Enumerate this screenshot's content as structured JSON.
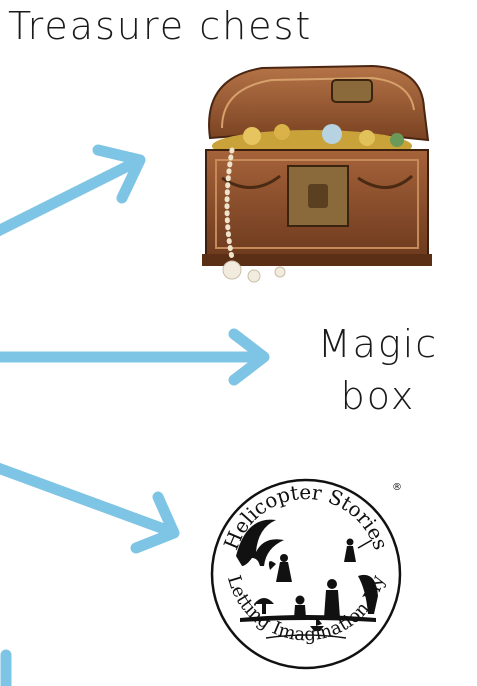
{
  "labels": {
    "treasure_chest": "Treasure chest",
    "magic_box_line1": "Magic",
    "magic_box_line2": "box"
  },
  "logo": {
    "top_text": "Helicopter Stories",
    "bottom_text": "Letting Imagination Fly",
    "registered_mark": "®"
  },
  "colors": {
    "arrow": "#7ec4e4",
    "text": "#1a1a1a"
  }
}
